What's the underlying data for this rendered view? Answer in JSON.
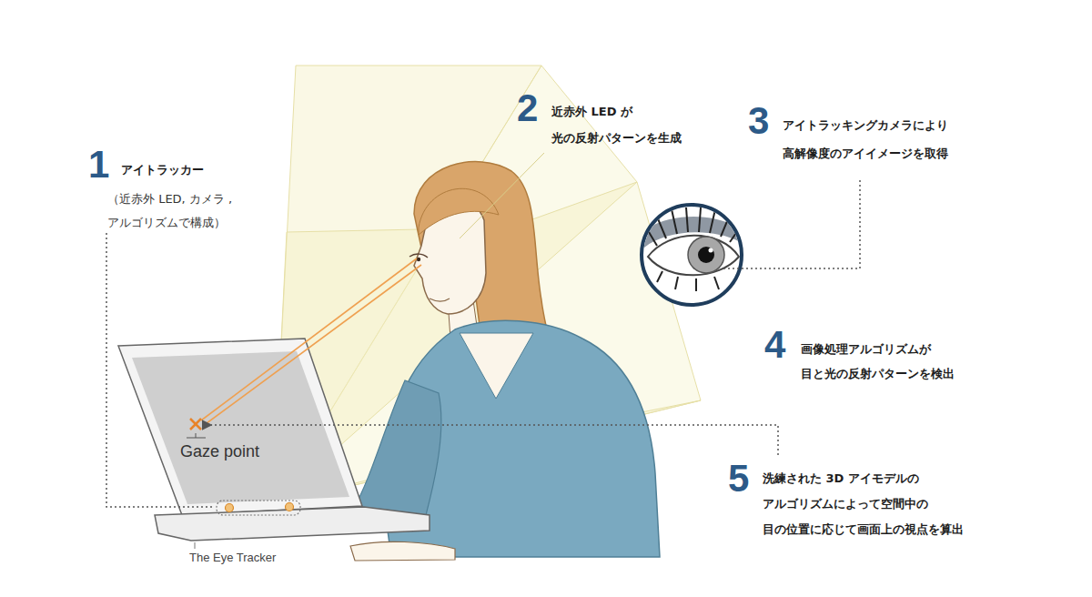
{
  "diagram": {
    "labels": [
      "1",
      "アイトラッカー",
      "（近赤外 LED, カメラ , アルゴリズムで構成）",
      "2",
      "近赤外 LED が 光の反射パターンを生成",
      "3",
      "アイトラッキングカメラにより 高解像度のアイイメージを取得",
      "4",
      "画像処理アルゴリズムが 目と光の反射パターンを検出",
      "5",
      "洗練された 3D アイモデルの アルゴリズムによって空間中の 目の位置に応じて画面上の視点を算出",
      "Gaze point",
      "The Eye Tracker"
    ]
  }
}
